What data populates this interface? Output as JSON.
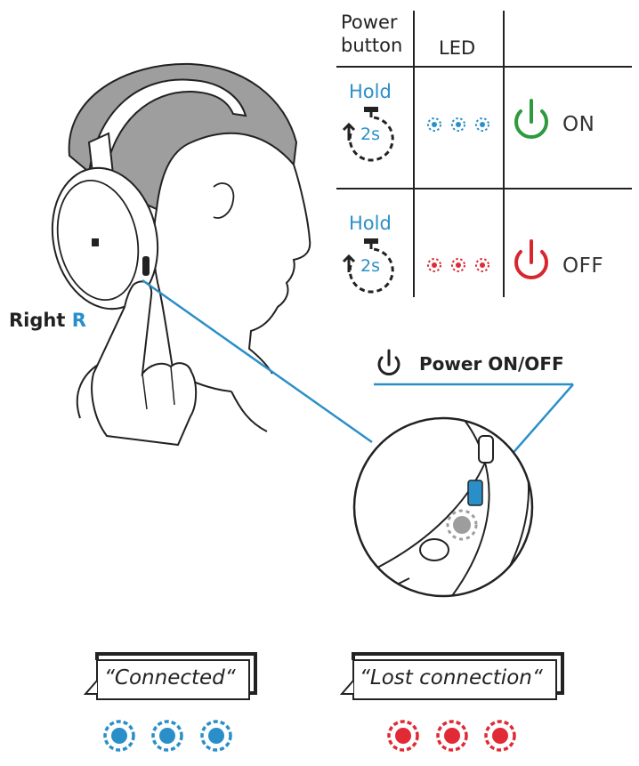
{
  "table": {
    "header_col1": "Power\nbutton",
    "header_col2": "LED",
    "rows": [
      {
        "action": "Hold",
        "duration": "2s",
        "state": "ON",
        "led_color": "#2a8fc9",
        "icon_color": "#2e9a3e"
      },
      {
        "action": "Hold",
        "duration": "2s",
        "state": "OFF",
        "led_color": "#e02a35",
        "icon_color": "#d8262f"
      }
    ]
  },
  "side_label": {
    "prefix": "Right",
    "side": "R"
  },
  "callout": {
    "label": "Power ON/OFF",
    "icon": "power-icon"
  },
  "bubbles": [
    {
      "text": "“Connected“",
      "led_color": "#2a8fc9"
    },
    {
      "text": "“Lost connection“",
      "led_color": "#e02a35"
    }
  ],
  "colors": {
    "blue": "#2a8fc9",
    "red": "#e02a35",
    "green": "#2e9a3e",
    "hair": "#9d9d9d"
  }
}
